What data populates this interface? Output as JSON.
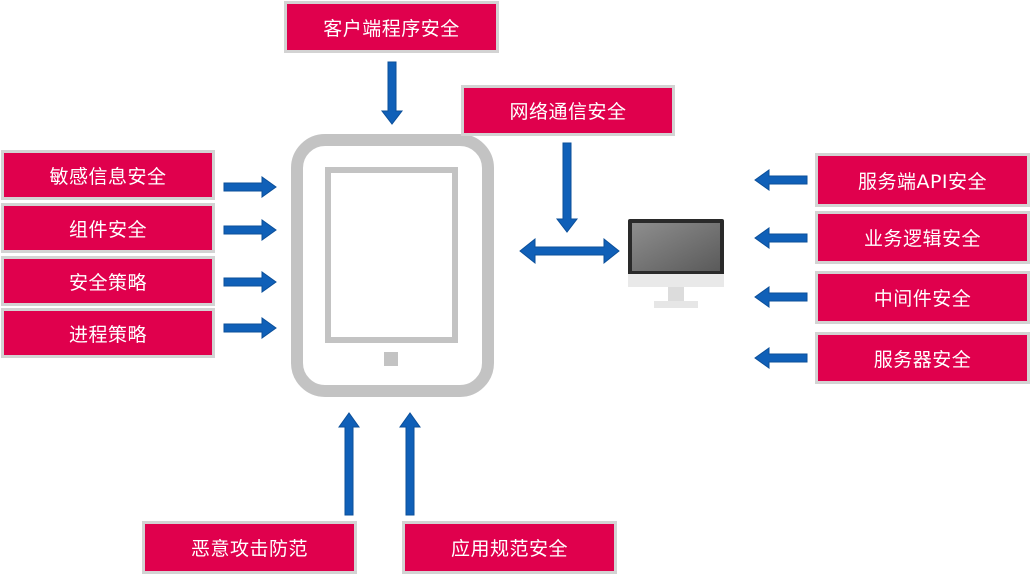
{
  "diagram": {
    "center_device": "tablet-icon",
    "server_device": "monitor-icon",
    "top": {
      "client_program_security": "客户端程序安全",
      "network_communication_security": "网络通信安全"
    },
    "left": [
      "敏感信息安全",
      "组件安全",
      "安全策略",
      "进程策略"
    ],
    "right": [
      "服务端API安全",
      "业务逻辑安全",
      "中间件安全",
      "服务器安全"
    ],
    "bottom": [
      "恶意攻击防范",
      "应用规范安全"
    ],
    "colors": {
      "box_fill": "#e0004d",
      "box_border": "#d3d3d3",
      "arrow": "#1060b8",
      "device_gray": "#c3c3c3"
    }
  }
}
